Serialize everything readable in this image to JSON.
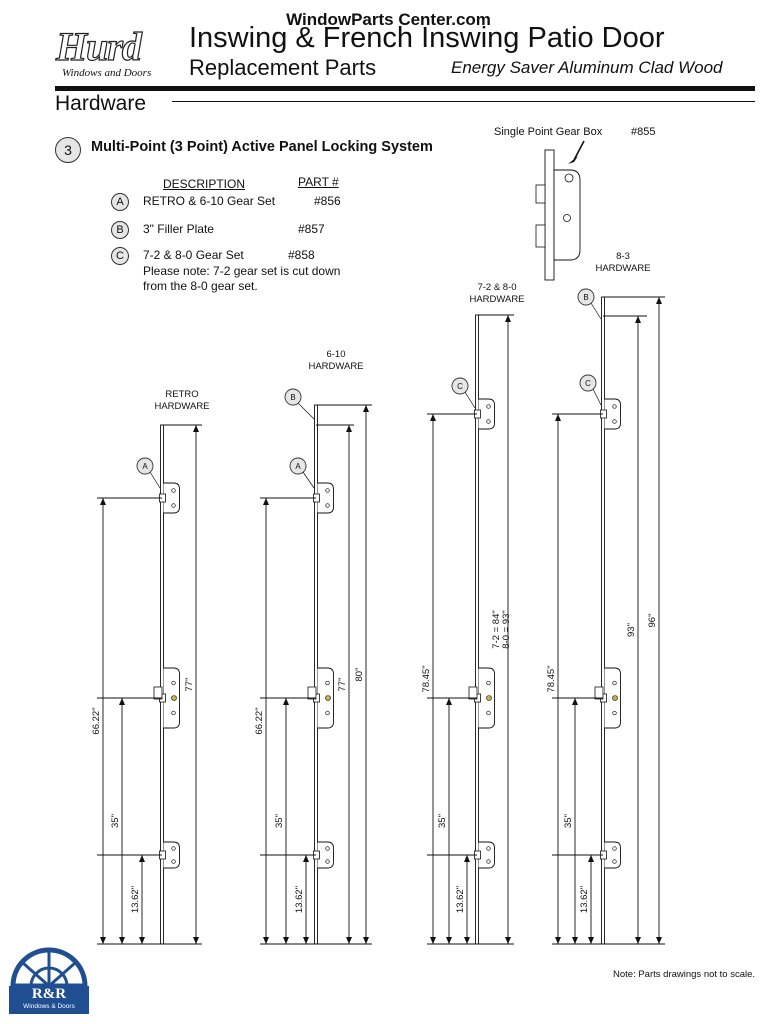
{
  "header": {
    "website": "WindowParts Center.com",
    "brand_logo": "Hurd",
    "brand_sub": "Windows and Doors",
    "title_line1": "Inswing & French Inswing Patio Door",
    "title_line2": "Replacement Parts",
    "subtitle": "Energy Saver Aluminum Clad Wood"
  },
  "section_heading": "Hardware",
  "section": {
    "number": "3",
    "title": "Multi-Point (3 Point) Active Panel Locking System"
  },
  "gearbox": {
    "label": "Single Point Gear Box",
    "part": "#855"
  },
  "parts_table": {
    "col_description": "DESCRIPTION",
    "col_part": "PART #",
    "items": [
      {
        "letter": "A",
        "description": "RETRO  & 6-10 Gear Set",
        "part": "#856",
        "note": []
      },
      {
        "letter": "B",
        "description": "3\" Filler Plate",
        "part": "#857",
        "note": []
      },
      {
        "letter": "C",
        "description": "7-2 & 8-0 Gear Set",
        "part": "#858",
        "note": [
          "Please note: 7-2 gear set is cut down",
          "from the 8-0 gear set."
        ]
      }
    ]
  },
  "hardware_diagrams": [
    {
      "name_lines": [
        "RETRO",
        "HARDWARE"
      ],
      "callouts": [
        "A"
      ],
      "dims": {
        "total": "77\"",
        "to_gear": "66.22\"",
        "middle": "35\"",
        "bottom": "13.62\""
      }
    },
    {
      "name_lines": [
        "6-10",
        "HARDWARE"
      ],
      "callouts": [
        "B",
        "A"
      ],
      "dims": {
        "total": "80\"",
        "inner": "77\"",
        "to_gear": "66.22\"",
        "middle": "35\"",
        "bottom": "13.62\""
      }
    },
    {
      "name_lines": [
        "7-2 & 8-0",
        "HARDWARE"
      ],
      "callouts": [
        "C"
      ],
      "dims": {
        "total_lines": [
          "7-2 = 84\"",
          "8-0 = 93\""
        ],
        "to_gear": "78.45\"",
        "middle": "35\"",
        "bottom": "13.62\""
      }
    },
    {
      "name_lines": [
        "8-3",
        "HARDWARE"
      ],
      "callouts": [
        "B",
        "C"
      ],
      "dims": {
        "total": "96\"",
        "inner": "93\"",
        "to_gear": "78.45\"",
        "middle": "35\"",
        "bottom": "13.62\""
      }
    }
  ],
  "footer": {
    "note": "Note: Parts drawings not to scale.",
    "dealer_logo_name": "R&R",
    "dealer_logo_sub": "Windows & Doors"
  }
}
